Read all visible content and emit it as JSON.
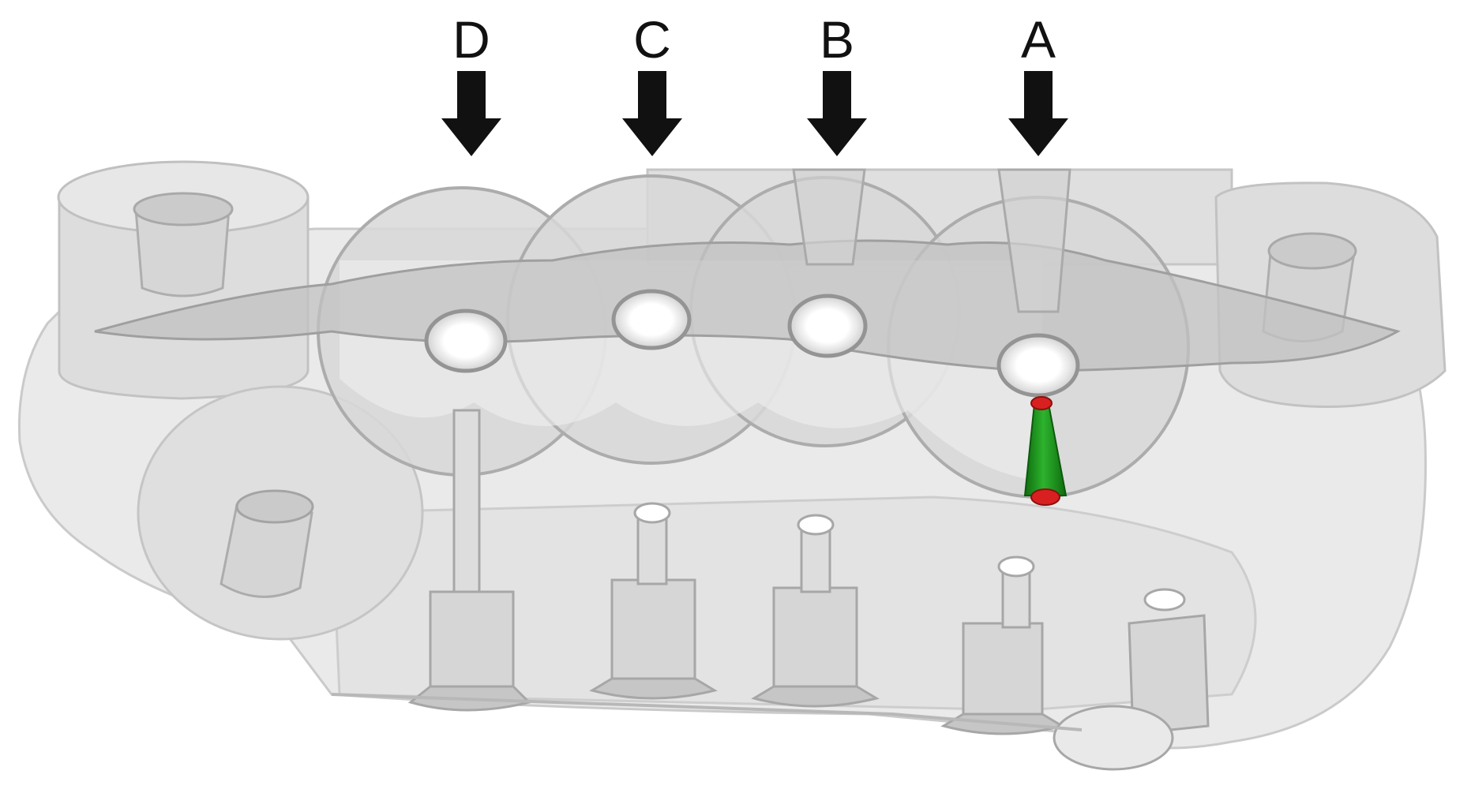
{
  "figure": {
    "markers": [
      {
        "letter": "D",
        "arrow_icon": "down-arrow-icon"
      },
      {
        "letter": "C",
        "arrow_icon": "down-arrow-icon"
      },
      {
        "letter": "B",
        "arrow_icon": "down-arrow-icon"
      },
      {
        "letter": "A",
        "arrow_icon": "down-arrow-icon"
      }
    ],
    "colors": {
      "arrow": "#111111",
      "model": "#d2d2d2",
      "model_dark": "#a9a9a9",
      "pin_body": "#1e8c1e",
      "pin_cap": "#d92020"
    }
  }
}
